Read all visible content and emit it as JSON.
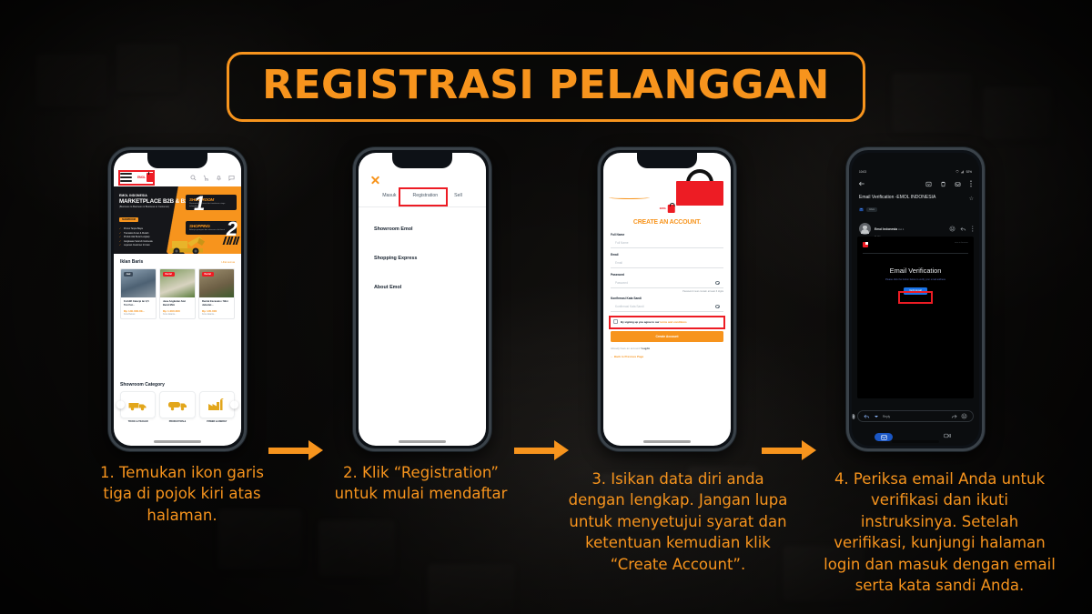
{
  "title": "REGISTRASI PELANGGAN",
  "theme": {
    "accent": "#F7941D",
    "red": "#ED1C24",
    "dark": "#15161A",
    "blue": "#1A73E8"
  },
  "steps": [
    {
      "number": "1",
      "caption": "1. Temukan ikon garis tiga di pojok kiri atas halaman."
    },
    {
      "number": "2",
      "caption": "2. Klik “Registration” untuk mulai mendaftar"
    },
    {
      "number": "3",
      "caption": "3. Isikan data diri anda dengan lengkap. Jangan lupa untuk menyetujui syarat dan ketentuan kemudian klik “Create Account”."
    },
    {
      "number": "4",
      "caption": "4. Periksa email Anda untuk  verifikasi dan ikuti instruksinya. Setelah verifikasi, kunjungi halaman login dan masuk dengan email serta kata sandi Anda."
    }
  ],
  "phone1": {
    "logo_text": "EMOL",
    "header_icons": [
      "search-icon",
      "cart-icon",
      "bell-icon",
      "chat-icon"
    ],
    "banner": {
      "brand": "EMOL INDONESIA",
      "headline": "MARKETPLACE B2B & B2C",
      "subline": "(Business to Business & Business to Customer)",
      "chip": "SHOWROOM",
      "bullets": [
        "Promo Tanpa Biaya",
        "Transaksi Aman & Mudah",
        "Produk Alat Berat Lengkap",
        "Jangkauan Seluruh Indonesia",
        "Layanan Customer 24 Jam"
      ],
      "card1_title": "SHOWROOM",
      "card1_text": "Showroom alat berat dan kendaraan niaga terlengkap",
      "card1_number": "1",
      "card2_title": "SHOPPING",
      "card2_text": "Belanja sparepart dan aksesoris alat berat",
      "card2_number": "2"
    },
    "iklan": {
      "title": "Iklan Baris",
      "see_all": "Lihat semua",
      "items": [
        {
          "tag": "Jual",
          "name": "Forklift Caterpi lar 2,5 Ton Ful...",
          "price": "Rp 140.000.00...",
          "location": "Kota Bekasi"
        },
        {
          "tag": "Rental",
          "name": "Jasa Angkutan Alat Berat Mini",
          "price": "Rp 1.000.000",
          "location": "Kota Jakarta..."
        },
        {
          "tag": "Rental",
          "name": "Rental Excavato r Mini Jabodet...",
          "price": "Rp 145.000",
          "location": "Kota Jakarta..."
        }
      ]
    },
    "showroom_category": {
      "title": "Showroom Category",
      "items": [
        {
          "label": "TRUCK & TRAILER",
          "icon": "truck-icon"
        },
        {
          "label": "PRODUCTION &",
          "icon": "tanker-truck-icon"
        },
        {
          "label": "POWER & ENERGY",
          "icon": "factory-icon"
        }
      ]
    }
  },
  "phone2": {
    "close_icon": "close-icon",
    "tabs": [
      "Masuk",
      "Registration",
      "Sell"
    ],
    "active_tab": "Registration",
    "menu_items": [
      "Showroom Emol",
      "Shopping Express",
      "About Emol"
    ]
  },
  "phone3": {
    "heading": "CREATE AN ACCOUNT.",
    "logo_text": "EMOL",
    "fields": [
      {
        "label": "Full Name",
        "placeholder": "Full Name",
        "eye": false
      },
      {
        "label": "Email",
        "placeholder": "Email",
        "eye": false
      },
      {
        "label": "Password",
        "placeholder": "Password",
        "eye": true
      },
      {
        "label": "Konfirmasi Kata Sandi",
        "placeholder": "Konfirmasi Kata Sandi",
        "eye": true
      }
    ],
    "password_hint": "Password must contain at least 6 digits",
    "terms_text": "By signing up you agree to our ",
    "terms_link": "terms and conditions",
    "create_button": "Create Account",
    "have_account": "Already have an account?",
    "login_link": "Log In",
    "back_link": "← Back to Previous Page"
  },
  "phone4": {
    "status_time": "10:03",
    "status_battery": "92%",
    "subject": "Email Verification -EMOL INDONESIA",
    "label": "Inbox",
    "sender": "Emol Indonesia",
    "sender_date": "Jun 1",
    "recipient": "to me",
    "body_hint": "view in browser",
    "body_heading": "Email Verification",
    "body_text": "Please click the button below to verify your email address",
    "body_button": "Verify Email",
    "reply_placeholder": "Reply",
    "nav_items": [
      "mail-icon",
      "meet-icon"
    ]
  }
}
